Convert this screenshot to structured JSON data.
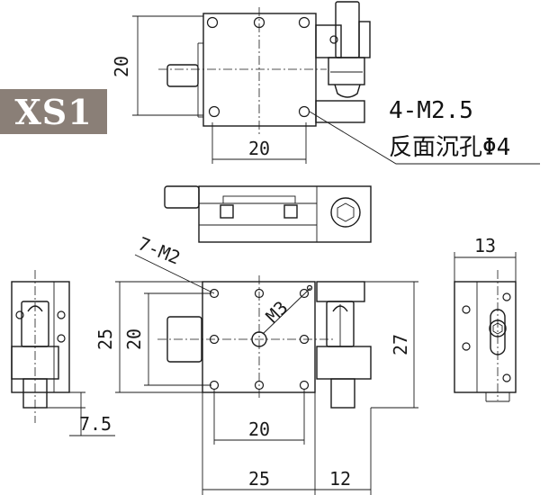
{
  "model_badge": {
    "text": "XS1",
    "bg_color": "#8a7f77"
  },
  "callout": {
    "line1": "4-M2.5",
    "line2": "反面沉孔Φ4"
  },
  "top_view": {
    "height_label": "20",
    "width_label": "20"
  },
  "front_view": {
    "threads_label": "7-M2",
    "center_thread_label": "M3",
    "outer_height_label": "25",
    "inner_height_label": "20",
    "overall_height_label": "27",
    "inner_width_label": "20",
    "outer_width_label": "25",
    "micrometer_width_label": "12"
  },
  "left_view": {
    "height_label": "7.5"
  },
  "right_view": {
    "width_label": "13"
  }
}
